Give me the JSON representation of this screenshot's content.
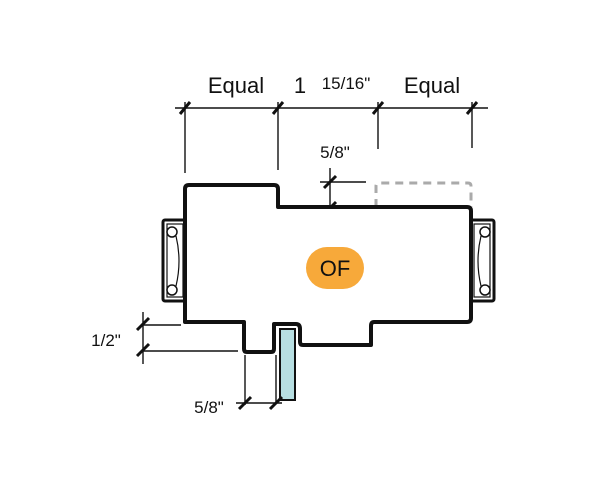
{
  "dimensions": {
    "top_left": "Equal",
    "top_center_whole": "1",
    "top_center_fraction": "15/16\"",
    "top_right": "Equal",
    "offset_top": "5/8\"",
    "offset_left": "1/2\"",
    "offset_bottom": "5/8\""
  },
  "badge": {
    "label": "OF",
    "color": "#f7a93a"
  },
  "colors": {
    "glass": "#b7dfe2",
    "phantom": "#aaaaaa"
  }
}
